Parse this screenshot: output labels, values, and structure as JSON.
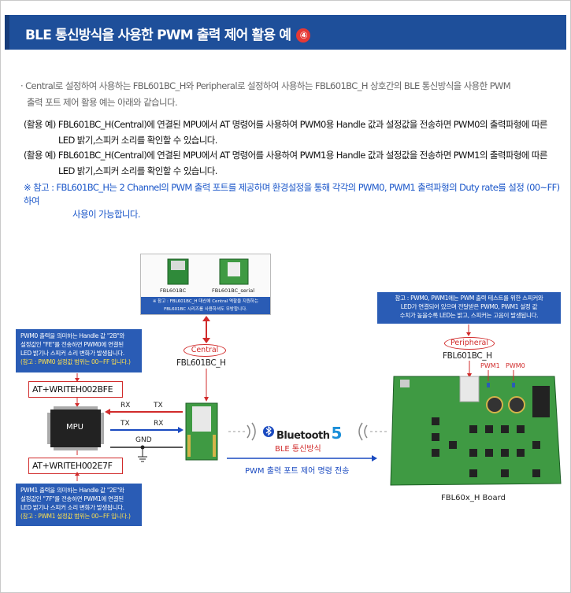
{
  "header": {
    "title": "BLE 통신방식을 사용한 PWM 출력 제어 활용 예",
    "number": "④"
  },
  "intro": {
    "line1": "· Central로 설정하여 사용하는 FBL601BC_H와 Peripheral로 설정하여 사용하는 FBL601BC_H 상호간의 BLE 통신방식을 사용한 PWM",
    "line2": "출력 포트 제어 활용 예는 아래와 같습니다."
  },
  "examples": [
    {
      "line1": "(활용 예) FBL601BC_H(Central)에 연결된 MPU에서 AT 명령어를 사용하여 PWM0용 Handle 값과 설정값을 전송하면 PWM0의 출력파형에 따른",
      "line2": "LED 밝기,스피커 소리를 확인할 수 있습니다."
    },
    {
      "line1": "(활용 예) FBL601BC_H(Central)에 연결된 MPU에서 AT 명령어를 사용하여 PWM1용 Handle 값과 설정값을 전송하면 PWM1의 출력파형에 따른",
      "line2": "LED 밝기,스피커 소리를 확인할 수 있습니다."
    }
  ],
  "note": {
    "line1": "※ 참고 : FBL601BC_H는 2 Channel의 PWM 출력 포트를 제공하며 환경설정을 통해 각각의 PWM0, PWM1 출력파형의 Duty rate를 설정 (00~FF)하여",
    "line2": "사용이 가능합니다."
  },
  "diagram": {
    "module_box": {
      "label1": "FBL601BC",
      "label2": "FBL601BC_serial",
      "caption1": "※ 참고 : FBL601BC_H 대신에 Central 역할을 지원하는",
      "caption2": "FBL601BC 시리즈를 사용하셔도 무방합니다."
    },
    "central_tag": "Central",
    "central_name": "FBL601BC_H",
    "peripheral_note": {
      "line1": "참고 : PWM0, PWM1에는 PWM 출력 테스트를 위한 스피커와",
      "line2": "LED가 연결되어 있으며 전달받은 PWM0, PWM1 설정 값",
      "line3": "수치가 높을수록 LED는 밝고, 스피커는 고음이 발생됩니다."
    },
    "peripheral_tag": "Peripheral",
    "peripheral_name": "FBL601BC_H",
    "pwm1_label": "PWM1",
    "pwm0_label": "PWM0",
    "pwm0_box": {
      "line1": "PWM0 출력을 의미하는 Handle 값 \"2B\"와",
      "line2": "설정값인 \"FE\"를 전송하면 PWM0에 연결된",
      "line3": "LED 밝기나 스피커 소리 변화가 발생됩니다.",
      "line4": "(참고 : PWM0 설정값 범위는 00~FF 입니다.)"
    },
    "cmd_pwm0": "AT+WRITEH002BFE",
    "cmd_pwm1": "AT+WRITEH002E7F",
    "pwm1_box": {
      "line1": "PWM1 출력을 의미하는 Handle 값 \"2E\"와",
      "line2": "설정값인 \"7F\"를 전송하면 PWM1에 연결된",
      "line3": "LED 밝기나 스피커 소리 변화가 발생됩니다.",
      "line4": "(참고 : PWM1 설정값 범위는 00~FF 입니다.)"
    },
    "mpu_label": "MPU",
    "rx_left": "RX",
    "tx_right": "TX",
    "tx_left": "TX",
    "rx_right": "RX",
    "gnd": "GND",
    "bluetooth_text": "Bluetooth",
    "bluetooth_ver": "5",
    "ble_method": "BLE 통신방식",
    "pwm_cmd_label": "PWM 출력 포트 제어 명령 전송",
    "board_name": "FBL60x_H Board",
    "colors": {
      "header": "#1e4f9a",
      "accent_red": "#d12b2b",
      "accent_blue": "#2a5cb5",
      "pcb_green": "#3f9a43"
    }
  }
}
